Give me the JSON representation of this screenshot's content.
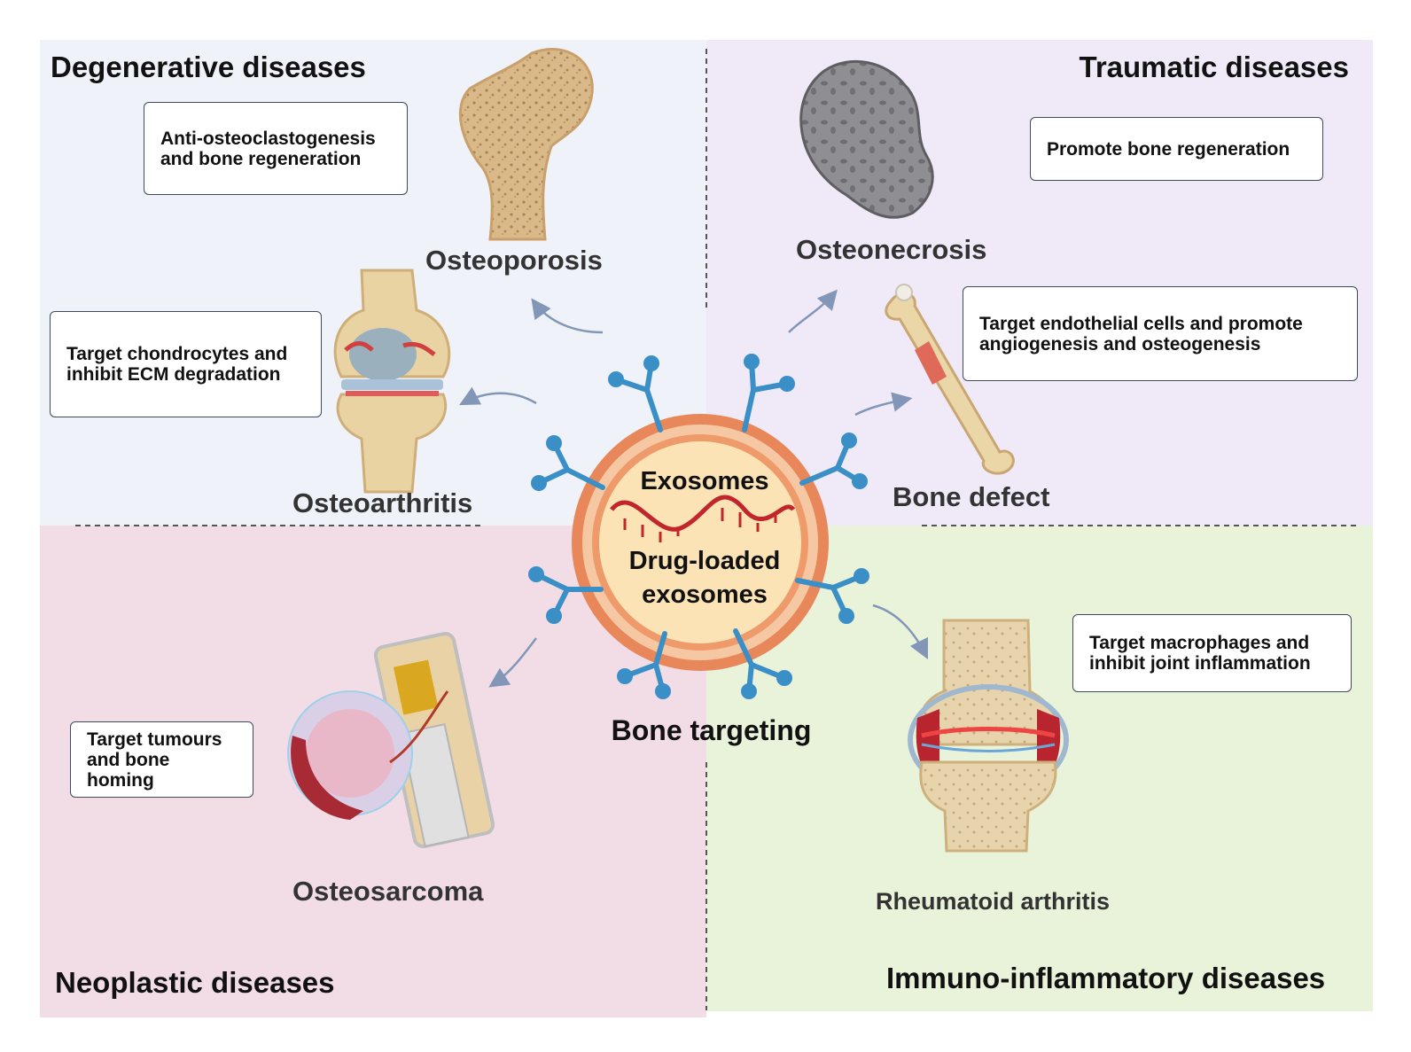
{
  "quadrants": {
    "top_left": {
      "title": "Degenerative diseases",
      "items": [
        {
          "disease": "Osteoporosis",
          "box": [
            "Anti-osteoclastogenesis",
            "and bone regeneration"
          ]
        },
        {
          "disease": "Osteoarthritis",
          "box": [
            "Target chondrocytes and",
            "inhibit ECM degradation"
          ]
        }
      ]
    },
    "top_right": {
      "title": "Traumatic diseases",
      "items": [
        {
          "disease": "Osteonecrosis",
          "box": [
            "Promote bone regeneration"
          ]
        },
        {
          "disease": "Bone defect",
          "box": [
            "Target endothelial cells and promote",
            "angiogenesis and osteogenesis"
          ]
        }
      ]
    },
    "bottom_left": {
      "title": "Neoplastic diseases",
      "items": [
        {
          "disease": "Osteosarcoma",
          "box": [
            "Target tumours",
            "and bone homing"
          ]
        }
      ]
    },
    "bottom_right": {
      "title": "Immuno-inflammatory diseases",
      "items": [
        {
          "disease": "Rheumatoid arthritis",
          "box": [
            "Target macrophages and",
            "inhibit joint inflammation"
          ]
        }
      ]
    }
  },
  "center": {
    "line1": "Exosomes",
    "line2": "Drug-loaded",
    "line3": "exosomes",
    "caption": "Bone targeting"
  },
  "colors": {
    "degenerative_bg": "#eff3f9",
    "traumatic_bg": "#efe9f8",
    "neoplastic_bg": "#f2dde7",
    "immuno_bg": "#e9f3da",
    "exosome_ring": "#e8875a",
    "exosome_core": "#fbe3b6",
    "antibody": "#3a8fc7",
    "rna": "#c0262b",
    "bone": "#e8d2a3"
  }
}
